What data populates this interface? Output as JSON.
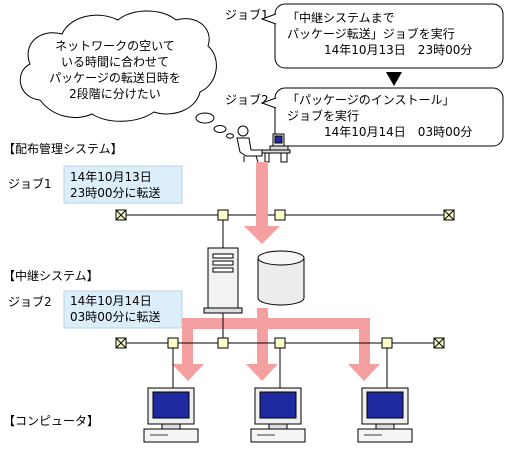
{
  "thought_bubble": [
    "ネットワークの空いて",
    "いる時間に合わせて",
    "パッケージの転送日時を",
    "2段階に分けたい"
  ],
  "job1": {
    "label": "ジョブ1",
    "lines": [
      "「中継システムまで",
      "パッケージ転送」ジョブを実行",
      "14年10月13日　23時00分"
    ]
  },
  "job2": {
    "label": "ジョブ2",
    "lines": [
      "「パッケージのインストール」",
      "ジョブを実行",
      "14年10月14日　03時00分"
    ]
  },
  "sections": {
    "distribution": "【配布管理システム】",
    "relay": "【中継システム】",
    "computers": "【コンピュータ】"
  },
  "transfer1": {
    "label": "ジョブ1",
    "lines": [
      "14年10月13日",
      "23時00分に転送"
    ]
  },
  "transfer2": {
    "label": "ジョブ2",
    "lines": [
      "14年10月14日",
      "03時00分に転送"
    ]
  },
  "colors": {
    "arrow": "#f4a0a0",
    "note_bg": "#dceefa",
    "node": "#ffffcc",
    "monitor": "#1f2aa0"
  }
}
